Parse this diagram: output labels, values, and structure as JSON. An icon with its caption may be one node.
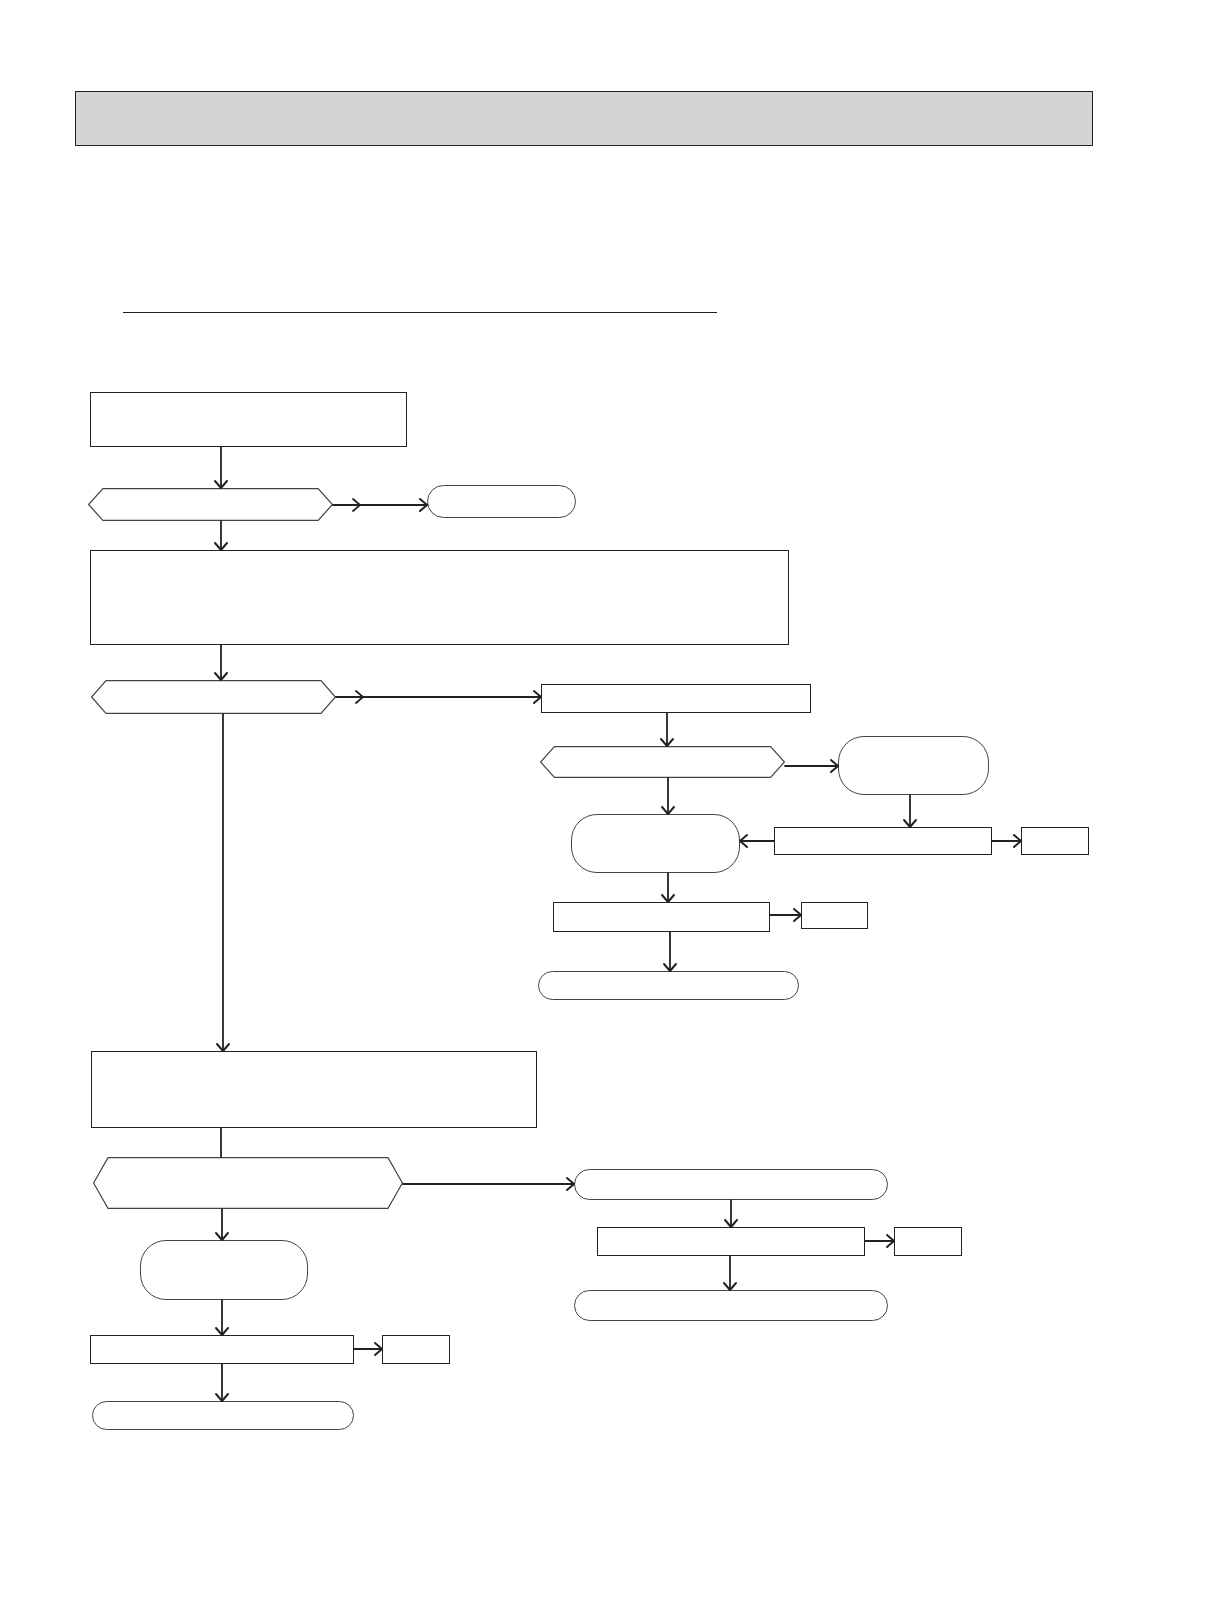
{
  "diagram": {
    "nodes": [
      {
        "text": [],
        "shape": "bar"
      },
      {
        "text": [],
        "shape": "box"
      },
      {
        "text": [],
        "shape": "hexagon"
      },
      {
        "text": [],
        "shape": "pill"
      },
      {
        "text": [],
        "shape": "box"
      },
      {
        "text": [],
        "shape": "hexagon"
      },
      {
        "text": [],
        "shape": "box"
      },
      {
        "text": [],
        "shape": "hexagon"
      },
      {
        "text": [],
        "shape": "rounded"
      },
      {
        "text": [],
        "shape": "rounded"
      },
      {
        "text": [],
        "shape": "box"
      },
      {
        "text": [],
        "shape": "box"
      },
      {
        "text": [],
        "shape": "box"
      },
      {
        "text": [],
        "shape": "box"
      },
      {
        "text": [],
        "shape": "pill"
      },
      {
        "text": [],
        "shape": "box"
      },
      {
        "text": [],
        "shape": "hexagon"
      },
      {
        "text": [],
        "shape": "pill"
      },
      {
        "text": [],
        "shape": "box"
      },
      {
        "text": [],
        "shape": "box"
      },
      {
        "text": [],
        "shape": "rounded"
      },
      {
        "text": [],
        "shape": "pill"
      },
      {
        "text": [],
        "shape": "box"
      },
      {
        "text": [],
        "shape": "box"
      },
      {
        "text": [],
        "shape": "pill"
      }
    ],
    "edges": [
      {
        "from": 1,
        "to": 2,
        "arrow": "to"
      },
      {
        "from": 2,
        "to": 3,
        "arrow": "to"
      },
      {
        "from": 2,
        "to": 4,
        "arrow": "to"
      },
      {
        "from": 4,
        "to": 5,
        "arrow": "to"
      },
      {
        "from": 5,
        "to": 6,
        "arrow": "to"
      },
      {
        "from": 5,
        "to": 15,
        "arrow": "to"
      },
      {
        "from": 6,
        "to": 7,
        "arrow": "to"
      },
      {
        "from": 7,
        "to": 8,
        "arrow": "to"
      },
      {
        "from": 7,
        "to": 9,
        "arrow": "to"
      },
      {
        "from": 8,
        "to": 10,
        "arrow": "to"
      },
      {
        "from": 10,
        "to": 9,
        "arrow": "to"
      },
      {
        "from": 10,
        "to": 11,
        "arrow": "to"
      },
      {
        "from": 9,
        "to": 12,
        "arrow": "to"
      },
      {
        "from": 12,
        "to": 13,
        "arrow": "to"
      },
      {
        "from": 12,
        "to": 14,
        "arrow": "to"
      },
      {
        "from": 15,
        "to": 16,
        "arrow": "none"
      },
      {
        "from": 16,
        "to": 17,
        "arrow": "to"
      },
      {
        "from": 16,
        "to": 20,
        "arrow": "to"
      },
      {
        "from": 17,
        "to": 18,
        "arrow": "to"
      },
      {
        "from": 18,
        "to": 19,
        "arrow": "to"
      },
      {
        "from": 18,
        "to": 21,
        "arrow": "to"
      },
      {
        "from": 20,
        "to": 22,
        "arrow": "to"
      },
      {
        "from": 22,
        "to": 23,
        "arrow": "to"
      },
      {
        "from": 22,
        "to": 24,
        "arrow": "to"
      }
    ]
  }
}
